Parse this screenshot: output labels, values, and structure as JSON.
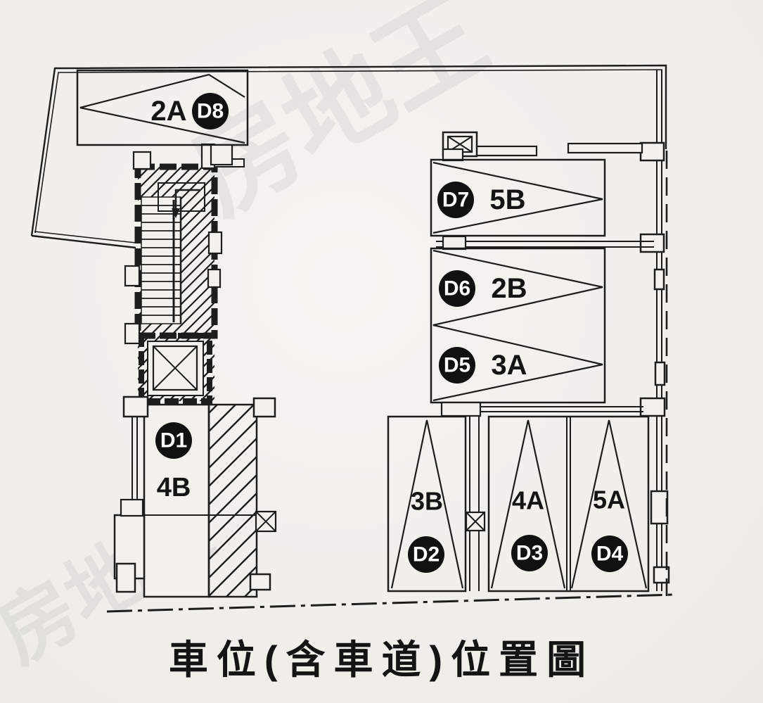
{
  "title": "車位(含車道)位置圖",
  "watermark": "房地王",
  "colors": {
    "paper": "#f2f0eb",
    "ink": "#1d1d1b",
    "badge_bg": "#111111",
    "badge_text": "#ffffff"
  },
  "spaces": [
    {
      "badge": "D8",
      "unit": "2A"
    },
    {
      "badge": "D7",
      "unit": "5B"
    },
    {
      "badge": "D6",
      "unit": "2B"
    },
    {
      "badge": "D5",
      "unit": "3A"
    },
    {
      "badge": "D1",
      "unit": "4B"
    },
    {
      "badge": "D2",
      "unit": "3B"
    },
    {
      "badge": "D3",
      "unit": "4A"
    },
    {
      "badge": "D4",
      "unit": "5A"
    }
  ]
}
